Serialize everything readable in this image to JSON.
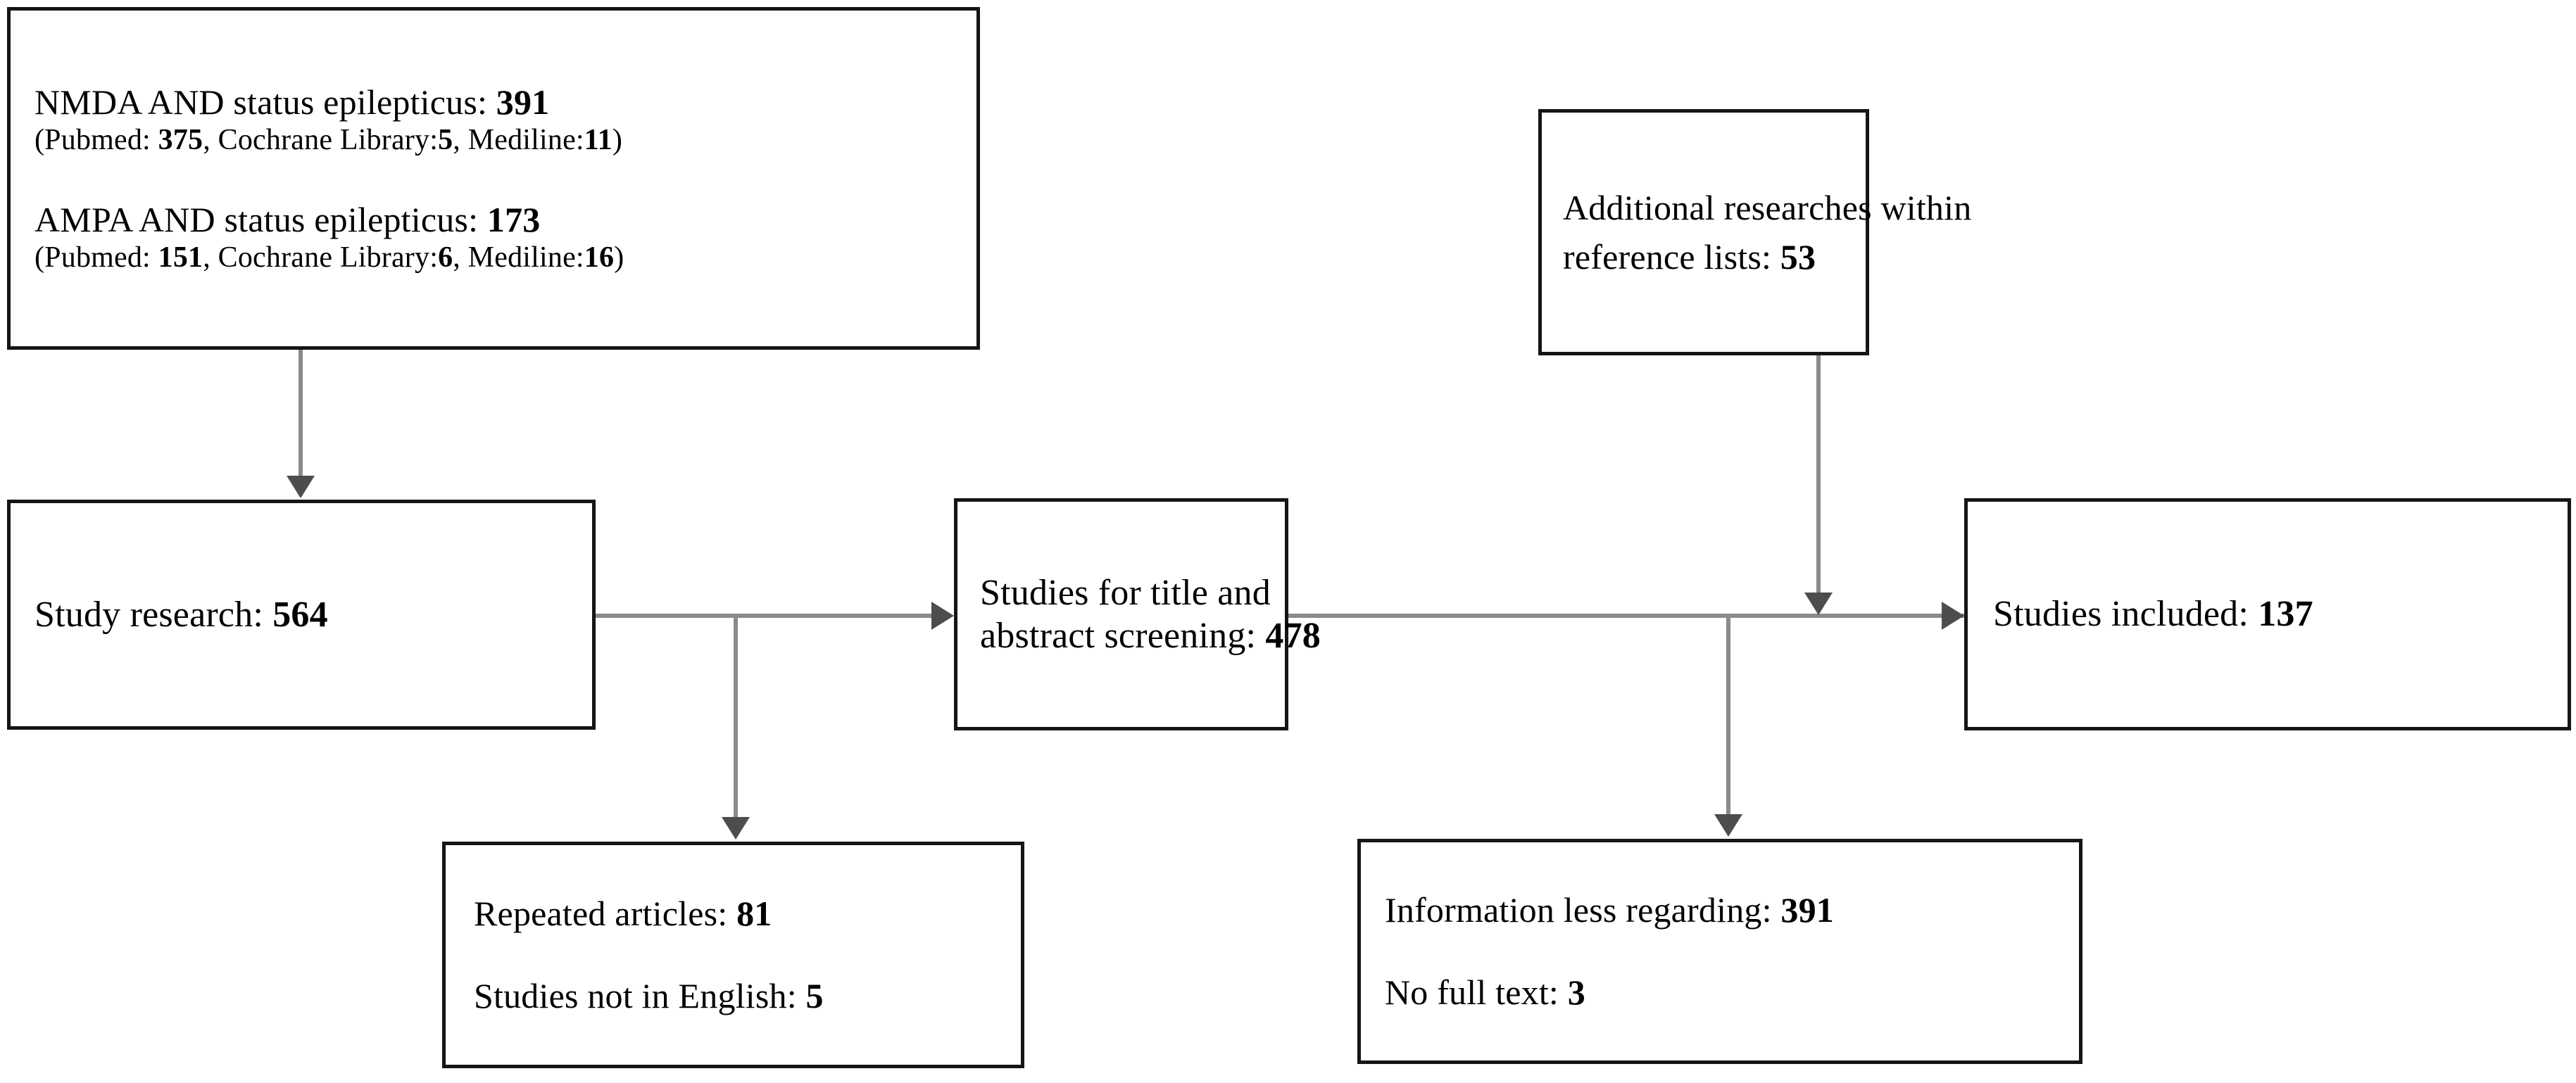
{
  "diagram": {
    "type": "prisma-flow-diagram",
    "accent_line_color": "#8a8a8a",
    "box_border_color": "#151515",
    "background_color": "#ffffff",
    "boxes": {
      "search_strategy": {
        "query1_label": "NMDA AND status epilepticus: ",
        "query1_count": "391",
        "query1_sources_prefix": "(Pubmed: ",
        "query1_pubmed": "375",
        "query1_cochrane_label": ", Cochrane Library:",
        "query1_cochrane": "5",
        "query1_medline_label": ", Mediline:",
        "query1_medline": "11",
        "query1_sources_suffix": ")",
        "query2_label": "AMPA AND status epilepticus: ",
        "query2_count": "173",
        "query2_sources_prefix": "(Pubmed: ",
        "query2_pubmed": "151",
        "query2_cochrane_label": ", Cochrane Library:",
        "query2_cochrane": "6",
        "query2_medline_label": ", Mediline:",
        "query2_medline": "16",
        "query2_sources_suffix": ")"
      },
      "additional_researches": {
        "line1": "Additional researches within",
        "line2_label": "reference lists: ",
        "line2_count": "53"
      },
      "study_research": {
        "label": "Study research: ",
        "count": "564"
      },
      "title_abstract_screening": {
        "line1": "Studies for title and",
        "line2_label": "abstract screening: ",
        "line2_count": "478"
      },
      "studies_included": {
        "label": "Studies included: ",
        "count": "137"
      },
      "excluded_duplicates": {
        "line1_label": "Repeated articles: ",
        "line1_count": "81",
        "line2_label": "Studies not in English: ",
        "line2_count": "5"
      },
      "excluded_screening": {
        "line1_label": "Information less regarding: ",
        "line1_count": "391",
        "line2_label": "No full text: ",
        "line2_count": "3"
      }
    },
    "connectors": [
      {
        "name": "search-to-study",
        "from": "search_strategy",
        "to": "study_research",
        "direction": "down"
      },
      {
        "name": "study-to-screening",
        "from": "study_research",
        "to": "title_abstract_screening",
        "direction": "right"
      },
      {
        "name": "study-to-duplicates",
        "from": "study_research",
        "to": "excluded_duplicates",
        "direction": "down"
      },
      {
        "name": "screening-to-included",
        "from": "title_abstract_screening",
        "to": "studies_included",
        "direction": "right"
      },
      {
        "name": "screening-to-excluded",
        "from": "title_abstract_screening",
        "to": "excluded_screening",
        "direction": "down"
      },
      {
        "name": "additional-to-included",
        "from": "additional_researches",
        "to": "studies_included",
        "direction": "down"
      }
    ]
  }
}
